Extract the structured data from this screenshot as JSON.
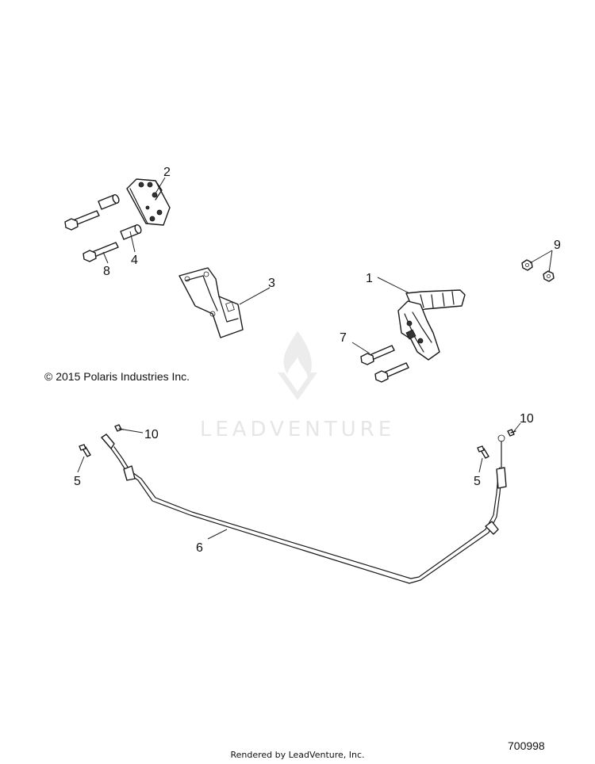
{
  "diagram": {
    "callouts": {
      "c1": "1",
      "c2": "2",
      "c3": "3",
      "c4": "4",
      "c5_left": "5",
      "c5_right": "5",
      "c6": "6",
      "c7": "7",
      "c8": "8",
      "c9": "9",
      "c10_left": "10",
      "c10_right": "10"
    },
    "watermark": "LEADVENTURE",
    "copyright": "© 2015 Polaris Industries Inc.",
    "rendered_by": "Rendered by LeadVenture, Inc.",
    "part_number": "700998"
  },
  "colors": {
    "line": "#1a1a1a",
    "watermark": "#e6e6e6",
    "background": "#ffffff"
  }
}
